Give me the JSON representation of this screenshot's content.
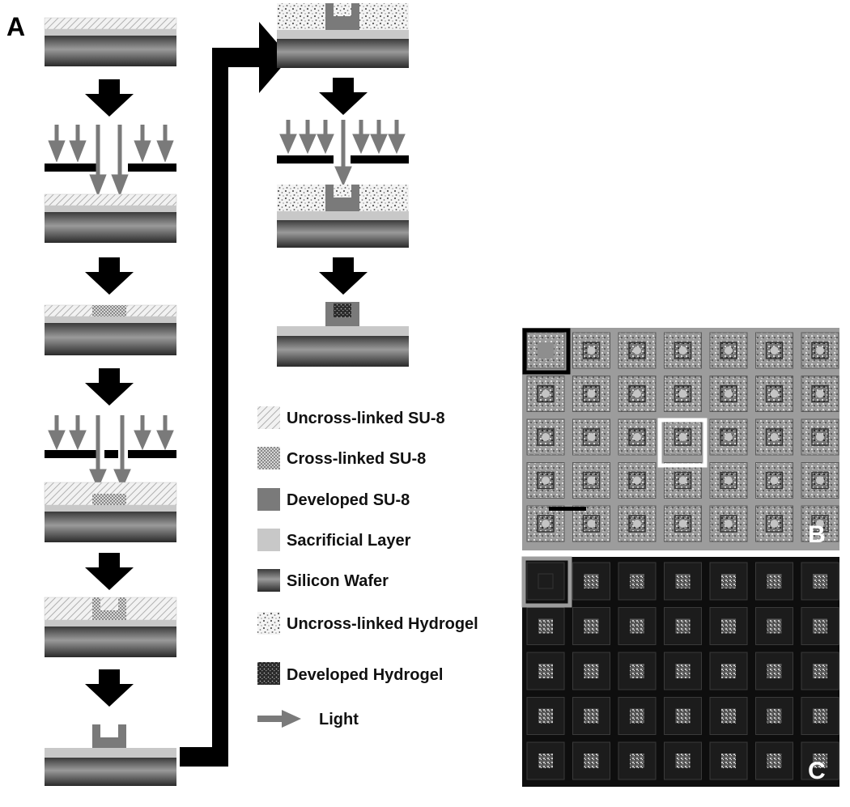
{
  "panels": {
    "a": "A",
    "b": "B",
    "c": "C"
  },
  "legend": [
    {
      "key": "uncrosslinked_su8",
      "label": "Uncross-linked SU-8"
    },
    {
      "key": "crosslinked_su8",
      "label": "Cross-linked SU-8"
    },
    {
      "key": "developed_su8",
      "label": "Developed SU-8"
    },
    {
      "key": "sacrificial",
      "label": "Sacrificial Layer"
    },
    {
      "key": "wafer",
      "label": "Silicon Wafer"
    },
    {
      "key": "uncrosslinked_hydrogel",
      "label": "Uncross-linked Hydrogel"
    },
    {
      "key": "developed_hydrogel",
      "label": "Developed Hydrogel"
    },
    {
      "key": "light",
      "label": "Light"
    }
  ],
  "micrographs": {
    "rows": 5,
    "cols": 7,
    "b_highlight_cells": [
      "r1c1-black-outline",
      "r3c4-white-outline"
    ],
    "c_highlight_cells": [
      "r1c1-gray-outline"
    ]
  },
  "colors": {
    "sacrificial": "#c8c8c8",
    "developed_su8": "#7a7a7a",
    "arrow": "#000000",
    "light": "#7a7a7a"
  }
}
